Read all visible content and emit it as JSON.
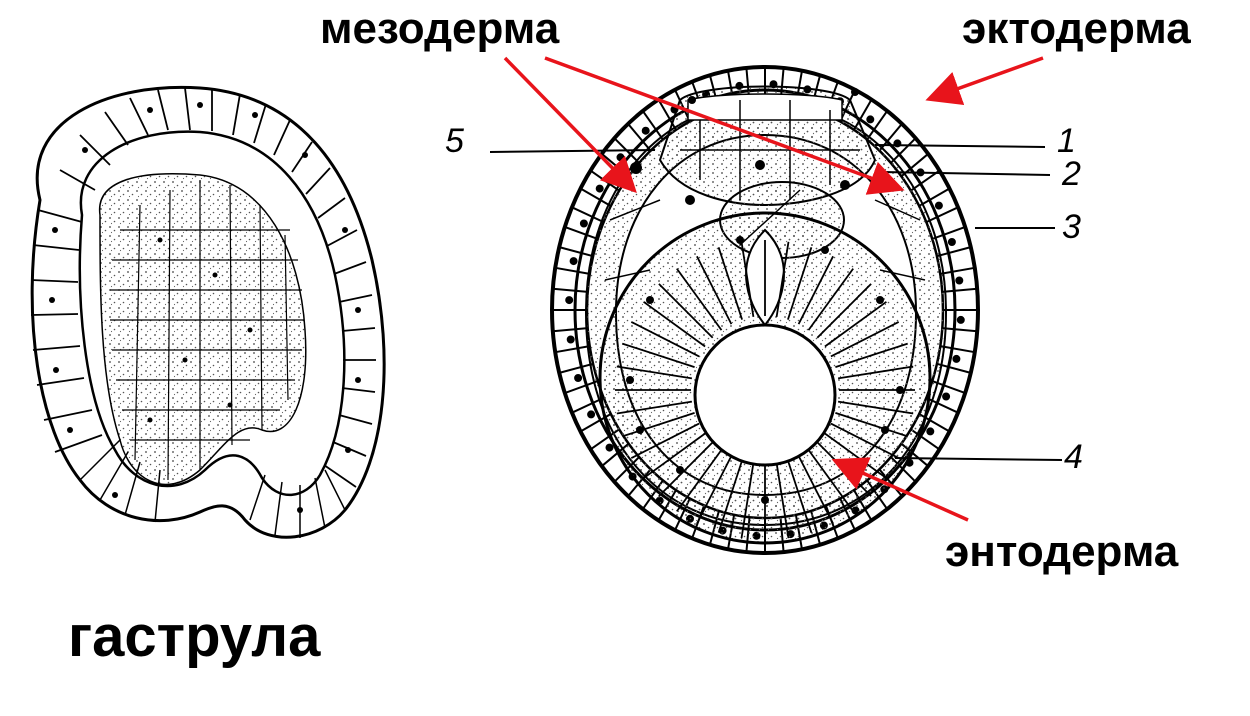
{
  "labels": {
    "mesoderm": "мезодерма",
    "ectoderm": "эктодерма",
    "endoderm": "энтодерма",
    "gastrula": "гаструла"
  },
  "numbers": [
    "1",
    "2",
    "3",
    "4",
    "5"
  ],
  "colors": {
    "arrow": "#e8141b",
    "ink": "#000000"
  }
}
